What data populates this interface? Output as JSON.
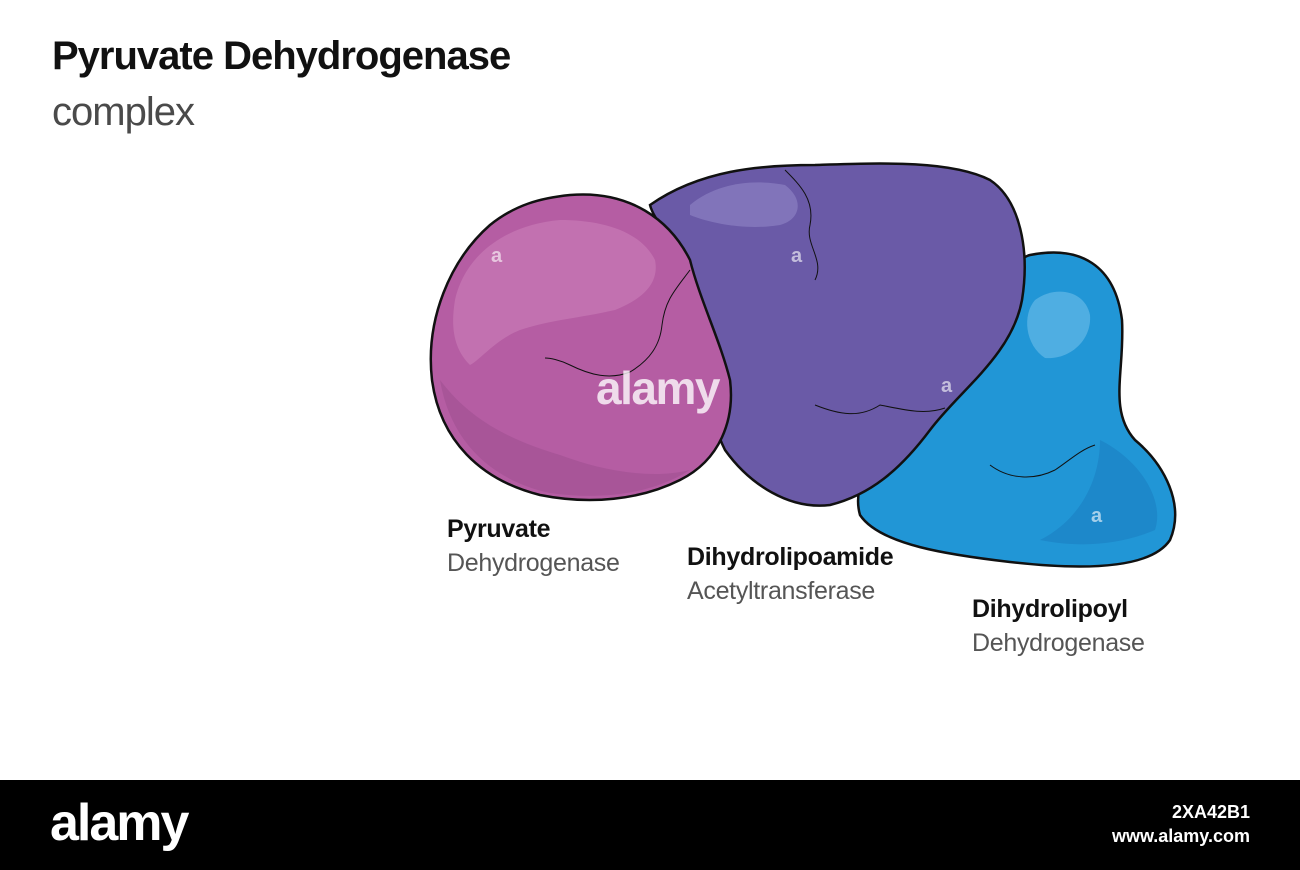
{
  "header": {
    "title": "Pyruvate Dehydrogenase",
    "subtitle": "complex"
  },
  "subunits": [
    {
      "name": "Pyruvate",
      "type": "Dehydrogenase",
      "color": "#b55da3"
    },
    {
      "name": "Dihydrolipoamide",
      "type": "Acetyltransferase",
      "color": "#6a5aa7"
    },
    {
      "name": "Dihydrolipoyl",
      "type": "Dehydrogenase",
      "color": "#2196d6"
    }
  ],
  "watermark": {
    "text": "alamy",
    "mark": "a"
  },
  "footer": {
    "logo": "alamy",
    "image_id": "2XA42B1",
    "url": "www.alamy.com"
  },
  "colors": {
    "outline": "#111111",
    "footer_background": "#000000"
  }
}
